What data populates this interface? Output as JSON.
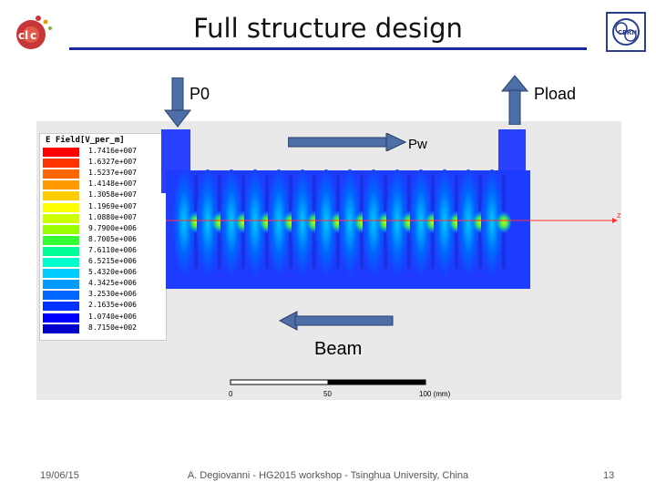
{
  "header": {
    "title": "Full structure design",
    "left_logo": "CLIC",
    "right_logo": "CERN"
  },
  "figure": {
    "legend_title": "E Field[V_per_m]",
    "legend_values": [
      "1.7416e+007",
      "1.6327e+007",
      "1.5237e+007",
      "1.4148e+007",
      "1.3058e+007",
      "1.1969e+007",
      "1.0880e+007",
      "9.7900e+006",
      "8.7005e+006",
      "7.6110e+006",
      "6.5215e+006",
      "5.4320e+006",
      "4.3425e+006",
      "3.2530e+006",
      "2.1635e+006",
      "1.0740e+006",
      "8.7150e+002"
    ],
    "legend_colors": [
      "#ff0000",
      "#ff3300",
      "#ff6600",
      "#ff9900",
      "#ffcc00",
      "#ffff00",
      "#ccff00",
      "#99ff00",
      "#33ff33",
      "#00ff99",
      "#00ffcc",
      "#00ccff",
      "#0099ff",
      "#0066ff",
      "#0033ff",
      "#0000ff",
      "#0000cc"
    ],
    "p0": "P0",
    "pload": "Pload",
    "pw": "Pw",
    "beam": "Beam",
    "axis_letter": "z",
    "scale_ticks": [
      "0",
      "50",
      "100 (mm)"
    ]
  },
  "footer": {
    "date": "19/06/15",
    "text": "A. Degiovanni - HG2015 workshop - Tsinghua University, China",
    "page": "13"
  }
}
